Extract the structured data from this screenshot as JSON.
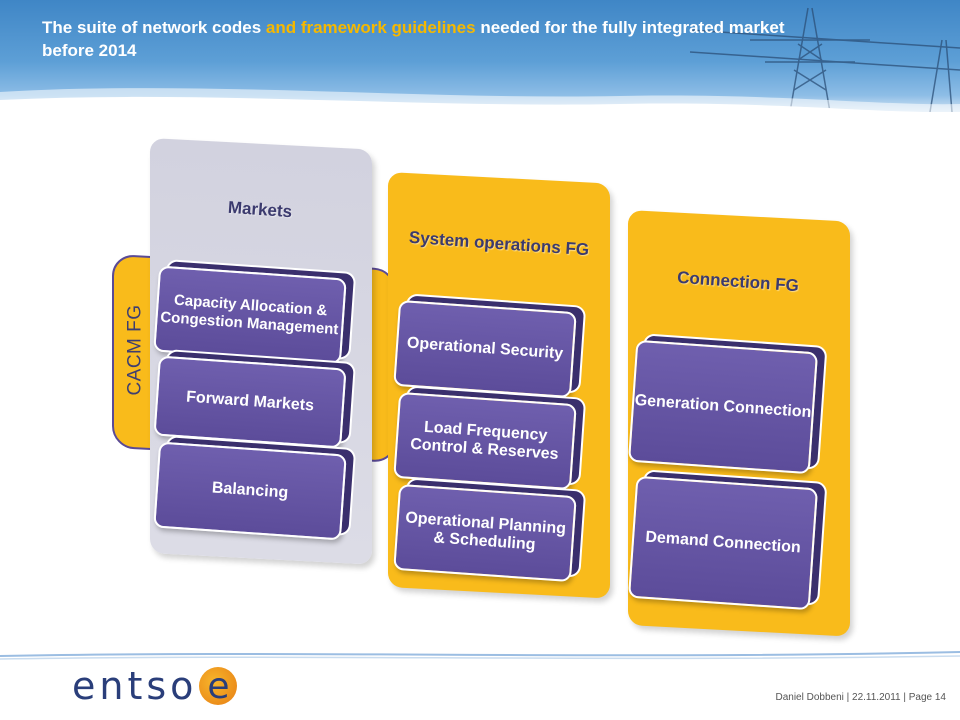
{
  "header": {
    "title_part1": "The suite of network codes ",
    "title_highlight": "and framework guidelines",
    "title_part2": " needed for the fully integrated market before 2014",
    "colors": {
      "banner": "#4a8fcf",
      "highlight": "#f5b800"
    }
  },
  "diagram": {
    "cacm_label": "CACM FG",
    "columns": [
      {
        "title": "Markets",
        "boxes": [
          "Capacity Allocation & Congestion Management",
          "Forward Markets",
          "Balancing"
        ]
      },
      {
        "title": "System operations FG",
        "boxes": [
          "Operational Security",
          "Load Frequency Control & Reserves",
          "Operational Planning & Scheduling"
        ]
      },
      {
        "title": "Connection FG",
        "boxes": [
          "Generation Connection",
          "Demand Connection"
        ]
      }
    ],
    "colors": {
      "fg": "#f9bb1b",
      "markets": "#d6d6e2",
      "box": "#5e4f9c"
    }
  },
  "footer": {
    "logo_text": "entso",
    "logo_letter": "e",
    "credit": "Daniel Dobbeni | 22.11.2011 | Page 14"
  }
}
